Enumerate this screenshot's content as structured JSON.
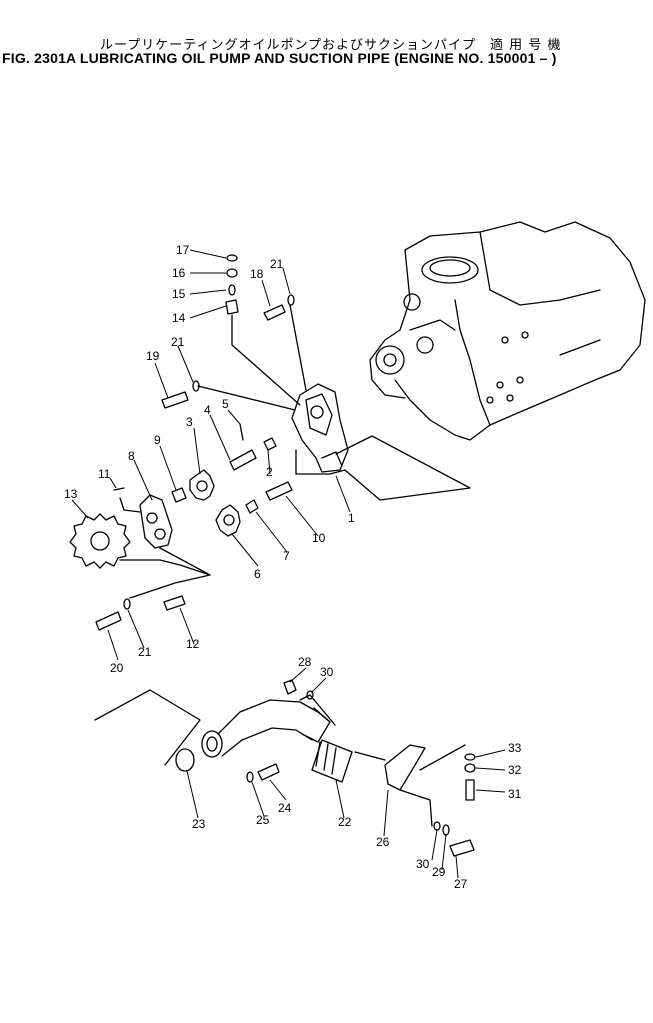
{
  "title_jp": "ループリケーティングオイルポンプおよびサクションパイプ　適 用 号 機",
  "title_en": "FIG. 2301A  LUBRICATING OIL PUMP AND SUCTION PIPE (ENGINE NO. 150001 – )",
  "part_labels": [
    "1",
    "2",
    "3",
    "4",
    "5",
    "6",
    "7",
    "8",
    "9",
    "10",
    "11",
    "12",
    "13",
    "14",
    "15",
    "16",
    "17",
    "18",
    "19",
    "20",
    "21",
    "21",
    "21",
    "22",
    "23",
    "24",
    "25",
    "26",
    "27",
    "28",
    "29",
    "30",
    "30",
    "31",
    "32",
    "33"
  ]
}
